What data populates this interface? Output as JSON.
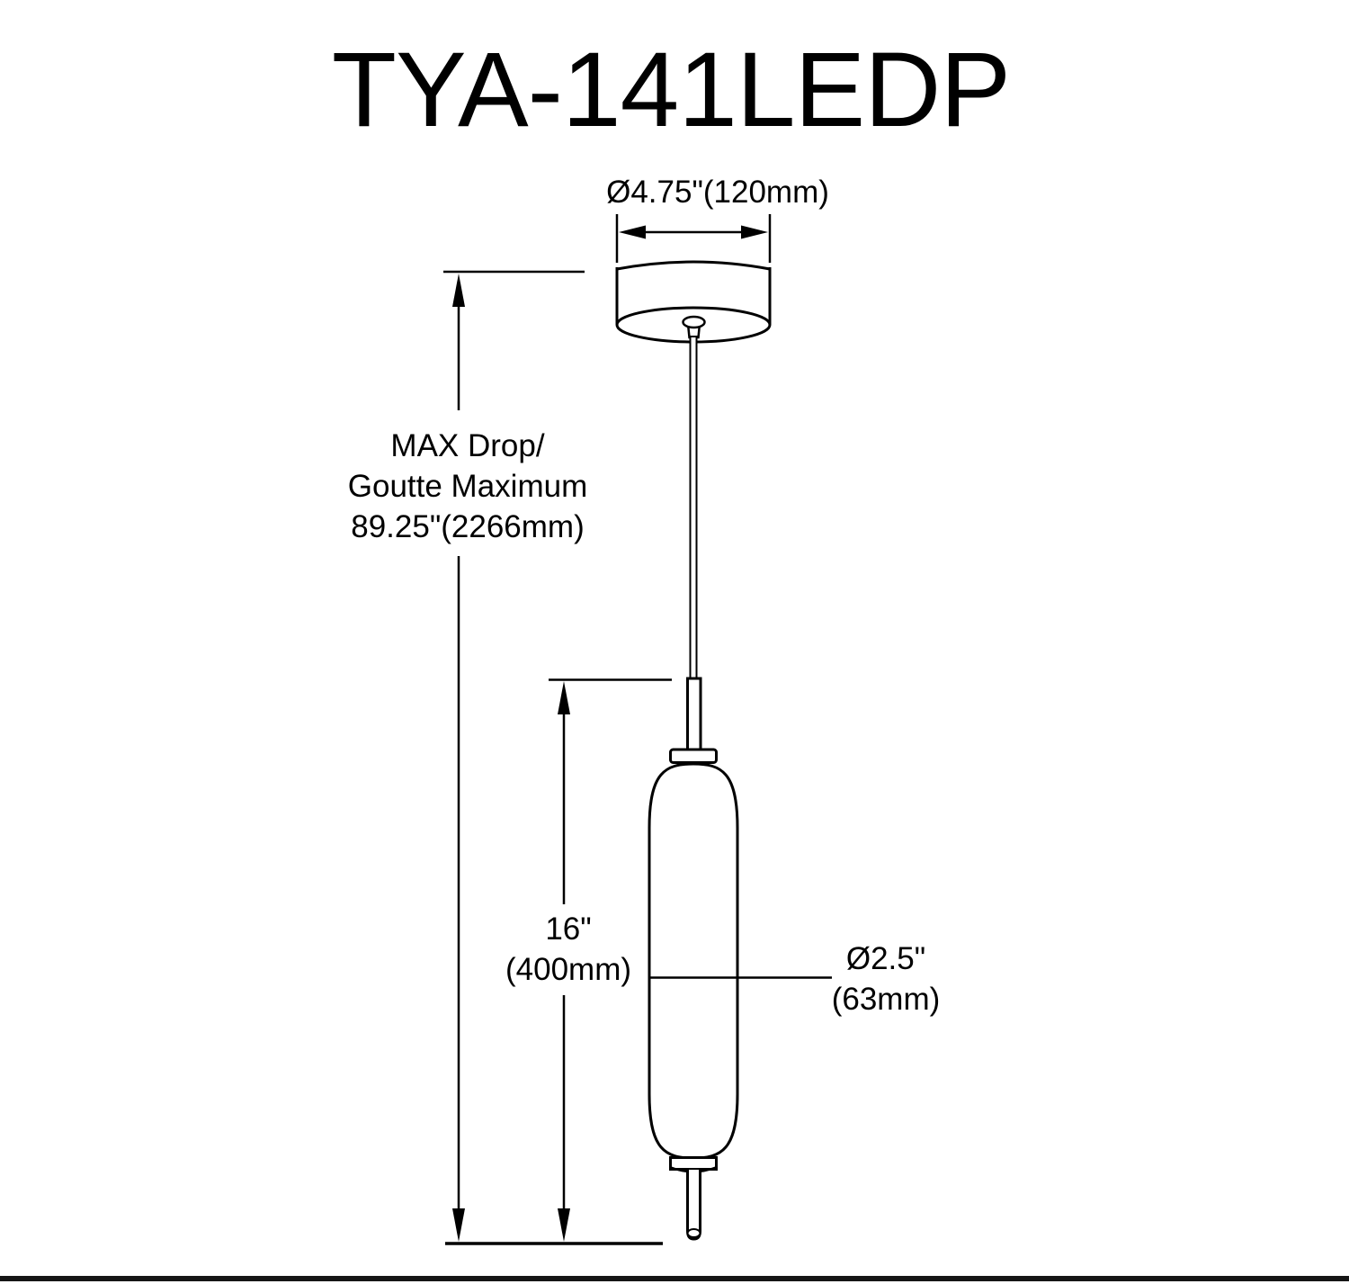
{
  "title": "TYA-141LEDP",
  "labels": {
    "canopy_diameter": "Ø4.75\"(120mm)",
    "max_drop": [
      "MAX Drop/",
      "Goutte Maximum",
      "89.25\"(2266mm)"
    ],
    "fixture_height": [
      "16\"",
      "(400mm)"
    ],
    "tube_diameter": [
      "Ø2.5\"",
      "(63mm)"
    ]
  },
  "colors": {
    "line": "#000000",
    "background": "#ffffff",
    "border_bar": "#161616"
  }
}
